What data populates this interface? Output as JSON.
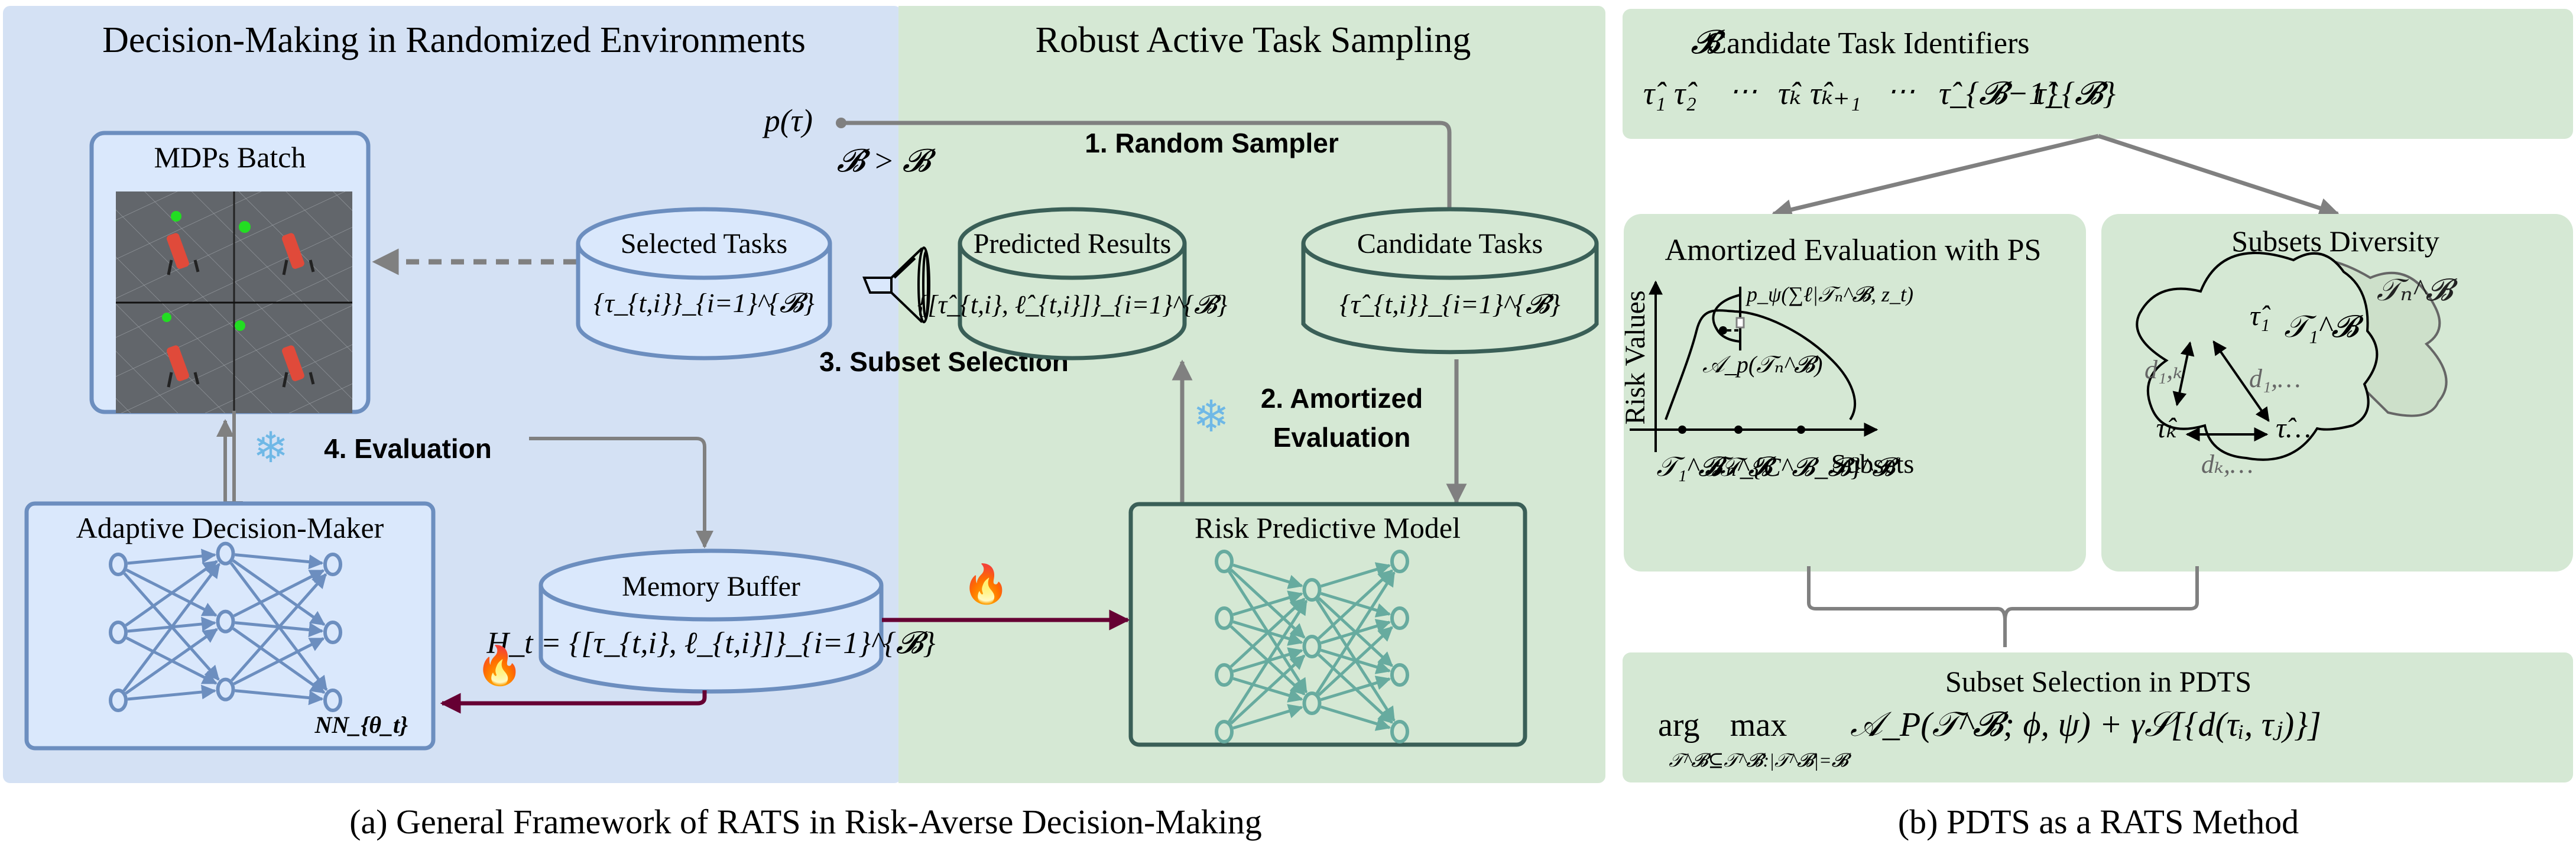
{
  "figure": {
    "caption_a": "(a) General Framework of RATS in Risk-Averse Decision-Making",
    "caption_b": "(b) PDTS as a RATS Method"
  },
  "panel_a": {
    "left_title": "Decision-Making in Randomized Environments",
    "right_title": "Robust Active Task Sampling",
    "mdps_batch": {
      "title": "MDPs Batch",
      "image_desc": "2x2 grid of quadruped robot simulations with green goal markers"
    },
    "selected_tasks": {
      "title": "Selected Tasks",
      "formula": "{τ_{t,i}}_{i=1}^{𝓑}"
    },
    "predicted_results": {
      "title": "Predicted Results",
      "formula": "{[τ̂_{t,i}, ℓ̂_{t,i}]}_{i=1}^{𝓑̂}"
    },
    "candidate_tasks": {
      "title": "Candidate Tasks",
      "formula": "{τ̂_{t,i}}_{i=1}^{𝓑̂}"
    },
    "memory_buffer": {
      "title": "Memory Buffer",
      "formula": "H_t = {[τ_{t,i}, ℓ_{t,i}]}_{i=1}^{𝓑}"
    },
    "adaptive_decision_maker": {
      "title": "Adaptive Decision-Maker",
      "label": "NN_{θ_t}",
      "layers": [
        3,
        3,
        3
      ]
    },
    "risk_predictive_model": {
      "title": "Risk Predictive Model",
      "layers": [
        4,
        3,
        4
      ]
    },
    "distribution_label": "p(τ)",
    "inequality_label": "𝓑̂ > 𝓑",
    "steps": {
      "step1": "1. Random Sampler",
      "step2_line1": "2. Amortized",
      "step2_line2": "Evaluation",
      "step3": "3. Subset Selection",
      "step4": "4. Evaluation"
    },
    "icons": {
      "frozen": "snowflake-icon",
      "training": "fire-icon",
      "filter": "funnel-icon"
    },
    "colors": {
      "left_bg": "#d4e1f4",
      "right_bg": "#d5e8d4",
      "blue_stroke": "#6c8ebf",
      "blue_fill": "#dae8fc",
      "green_stroke": "#3a5f57",
      "nn_green": "#67ab9f",
      "arrow_gray": "#808080",
      "train_arrow": "#660033"
    }
  },
  "panel_b": {
    "candidates": {
      "title": "Candidate Task Identifiers",
      "title_symbol": "𝓑̂",
      "items": [
        "τ̂₁",
        "τ̂₂",
        "⋯",
        "τ̂ₖ",
        "τ̂ₖ₊₁",
        "⋯",
        "τ̂_{𝓑̂−1}",
        "τ̂_{𝓑̂}"
      ]
    },
    "amortized": {
      "title": "Amortized Evaluation with PS",
      "y_axis_label": "Risk Values",
      "x_axis_label": "Subsets",
      "x_ticks": [
        "𝒯₁^𝓑",
        "𝒯ₙ^𝓑",
        "𝒯_{C^𝓑_𝓑̂}^𝓑"
      ],
      "density_label": "p_ψ(∑ℓ|𝒯ₙ^𝓑, z_t)",
      "point_label": "𝒜_p(𝒯ₙ^𝓑)"
    },
    "diversity": {
      "title": "Subsets Diversity",
      "front_set": "𝒯₁^𝓑",
      "back_set": "𝒯ₙ^𝓑",
      "nodes": [
        "τ̂₁",
        "τ̂ₖ",
        "τ̂…"
      ],
      "distances": [
        "d₁,ₖ",
        "d₁,…",
        "dₖ,…"
      ]
    },
    "selection": {
      "title": "Subset Selection in PDTS",
      "formula_arg": "arg",
      "formula_max": "max",
      "formula_sub": "𝒯^𝓑⊆𝒯^𝓑̂:|𝒯^𝓑|=𝓑",
      "formula_body": "𝒜_P(𝒯^𝓑; ϕ, ψ) + γ𝒮[{d(τᵢ, τⱼ)}]"
    }
  }
}
